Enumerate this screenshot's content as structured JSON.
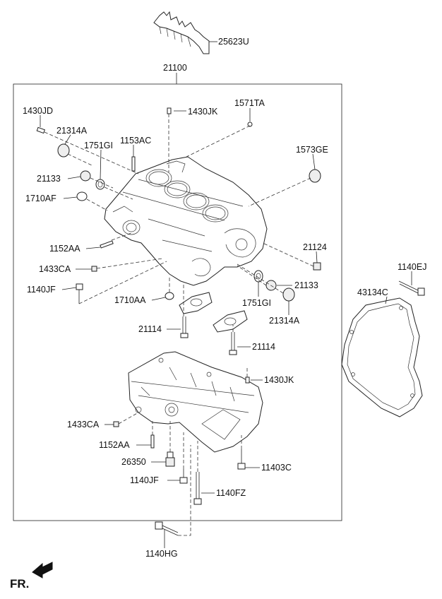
{
  "diagram": {
    "assembly_label": "21100",
    "direction_label": "FR.",
    "callouts": [
      {
        "id": "c_25623U",
        "text": "25623U"
      },
      {
        "id": "c_1430JD",
        "text": "1430JD"
      },
      {
        "id": "c_1430JK_top",
        "text": "1430JK"
      },
      {
        "id": "c_1571TA",
        "text": "1571TA"
      },
      {
        "id": "c_21314A_left",
        "text": "21314A"
      },
      {
        "id": "c_1751GI_left",
        "text": "1751GI"
      },
      {
        "id": "c_1153AC",
        "text": "1153AC"
      },
      {
        "id": "c_1573GE",
        "text": "1573GE"
      },
      {
        "id": "c_21133_left",
        "text": "21133"
      },
      {
        "id": "c_1710AF",
        "text": "1710AF"
      },
      {
        "id": "c_1152AA_top",
        "text": "1152AA"
      },
      {
        "id": "c_21124",
        "text": "21124"
      },
      {
        "id": "c_1433CA_top",
        "text": "1433CA"
      },
      {
        "id": "c_1140EJ",
        "text": "1140EJ"
      },
      {
        "id": "c_21133_right",
        "text": "21133"
      },
      {
        "id": "c_1140JF_top",
        "text": "1140JF"
      },
      {
        "id": "c_43134C",
        "text": "43134C"
      },
      {
        "id": "c_1710AA",
        "text": "1710AA"
      },
      {
        "id": "c_1751GI_right",
        "text": "1751GI"
      },
      {
        "id": "c_21314A_right",
        "text": "21314A"
      },
      {
        "id": "c_21114_left",
        "text": "21114"
      },
      {
        "id": "c_21114_right",
        "text": "21114"
      },
      {
        "id": "c_1430JK_bottom",
        "text": "1430JK"
      },
      {
        "id": "c_1433CA_bottom",
        "text": "1433CA"
      },
      {
        "id": "c_1152AA_bottom",
        "text": "1152AA"
      },
      {
        "id": "c_26350",
        "text": "26350"
      },
      {
        "id": "c_11403C",
        "text": "11403C"
      },
      {
        "id": "c_1140JF_bottom",
        "text": "1140JF"
      },
      {
        "id": "c_1140FZ",
        "text": "1140FZ"
      },
      {
        "id": "c_1140HG",
        "text": "1140HG"
      }
    ]
  }
}
